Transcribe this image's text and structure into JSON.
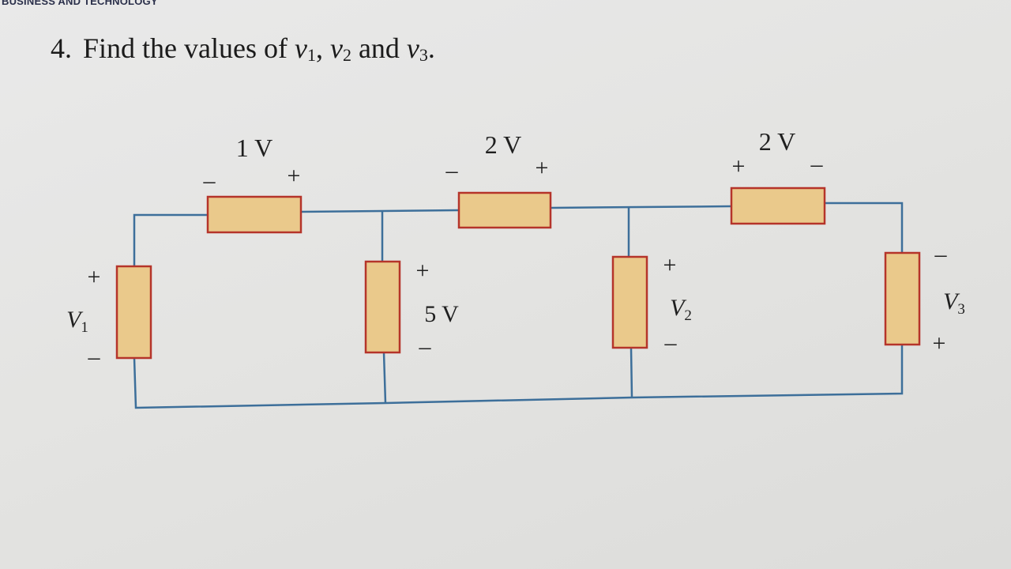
{
  "header": {
    "text": "BUSINESS AND TECHNOLOGY"
  },
  "question": {
    "number": "4.",
    "prefix": "Find the values of ",
    "var1": "v",
    "var1_sub": "1",
    "sep1": ", ",
    "var2": "v",
    "var2_sub": "2",
    "sep2": " and ",
    "var3": "v",
    "var3_sub": "3",
    "suffix": "."
  },
  "circuit": {
    "wire_color": "#3d6f9a",
    "element_fill": "#eac98b",
    "element_stroke": "#b5342a",
    "elements": {
      "top1": {
        "value": "1 V",
        "neg": "–",
        "pos": "+"
      },
      "top2": {
        "value": "2 V",
        "neg": "–",
        "pos": "+"
      },
      "top3": {
        "value": "2 V",
        "pos": "+",
        "neg": "–"
      },
      "v1": {
        "pos": "+",
        "var": "V",
        "sub": "1",
        "neg": "–"
      },
      "mid1": {
        "pos": "+",
        "value": "5 V",
        "neg": "–"
      },
      "v2": {
        "pos": "+",
        "var": "V",
        "sub": "2",
        "neg": "–"
      },
      "v3": {
        "neg": "–",
        "var": "V",
        "sub": "3",
        "pos": "+"
      }
    }
  }
}
